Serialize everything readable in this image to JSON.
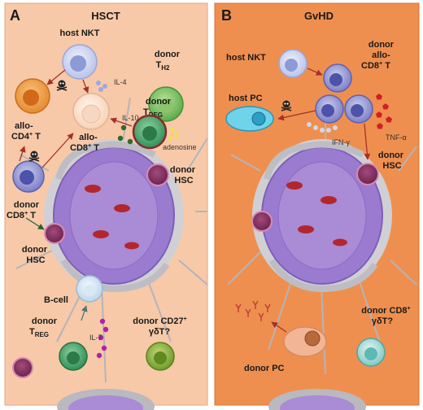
{
  "panel_a": {
    "letter": "A",
    "title": "HSCT",
    "labels": {
      "host_nkt": "host NKT",
      "il4": "IL-4",
      "donor_th2_a": "donor",
      "donor_th2_b": "T",
      "donor_th2_sub": "H2",
      "allo_cd4_a": "allo-",
      "allo_cd4_b": "CD4",
      "allo_cd4_sup": "+",
      "allo_cd4_c": " T",
      "allo_cd8_a": "allo-",
      "allo_cd8_b": "CD8",
      "allo_cd8_sup": "+",
      "allo_cd8_c": " T",
      "il10": "IL-10",
      "donor_treg_a": "donor",
      "donor_treg_b": "T",
      "donor_treg_sub": "REG",
      "adenosine": "adenosine",
      "donor_cd8_a": "donor",
      "donor_cd8_b": "CD8",
      "donor_cd8_sup": "+",
      "donor_cd8_c": " T",
      "donor_hsc1_a": "donor",
      "donor_hsc1_b": "HSC",
      "donor_hsc2_a": "donor",
      "donor_hsc2_b": "HSC",
      "bcell": "B-cell",
      "donor_treg2_a": "donor",
      "donor_treg2_b": "T",
      "donor_treg2_sub": "REG",
      "il7": "IL-7",
      "gdt_a": "donor CD27",
      "gdt_sup": "+",
      "gdt_b": "γδT?"
    }
  },
  "panel_b": {
    "letter": "B",
    "title": "GvHD",
    "labels": {
      "host_nkt": "host NKT",
      "allo_cd8_a": "donor",
      "allo_cd8_b": "allo-",
      "allo_cd8_c": "CD8",
      "allo_cd8_sup": "+",
      "allo_cd8_d": " T",
      "host_pc": "host PC",
      "ifng": "IFN-γ",
      "tnfa": "TNF-α",
      "donor_hsc_a": "donor",
      "donor_hsc_b": "HSC",
      "gdt_a": "donor CD8",
      "gdt_sup": "+",
      "gdt_b": "γδT?",
      "donor_pc": "donor PC"
    }
  },
  "colors": {
    "panel_a_bg": "#f7c9a8",
    "panel_b_bg": "#ef8f4f",
    "vessel": "#a98bd6",
    "rbc": "#b3262c",
    "stroma": "#b8b8bc",
    "arrow": "#a4302a"
  }
}
